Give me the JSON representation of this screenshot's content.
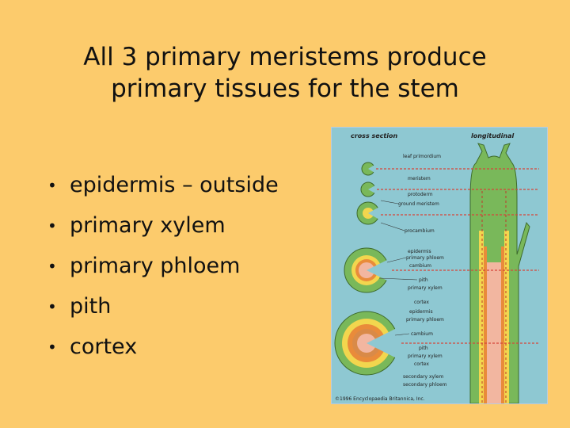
{
  "title": {
    "line1": "All 3 primary meristems produce",
    "line2": "primary tissues for the stem"
  },
  "bullets": [
    "epidermis – outside",
    "primary xylem",
    "primary phloem",
    "pith",
    "cortex"
  ],
  "figure": {
    "header_left": "cross section",
    "header_right": "longitudinal",
    "labels": [
      "leaf primordium",
      "meristem",
      "protoderm",
      "ground meristem",
      "procambium",
      "epidermis",
      "primary phloem",
      "cambium",
      "pith",
      "primary xylem",
      "cortex",
      "epidermis",
      "primary phloem",
      "cambium",
      "pith",
      "primary xylem",
      "cortex",
      "secondary xylem",
      "secondary phloem"
    ],
    "copyright": "©1996 Encyclopaedia Britannica, Inc.",
    "colors": {
      "background": "#8EC8D2",
      "stem_green": "#79B85A",
      "band_yellow": "#F2D64E",
      "band_orange": "#E98B3A",
      "pith_pink": "#F2B6A0",
      "guide_red": "#D6453A"
    }
  }
}
